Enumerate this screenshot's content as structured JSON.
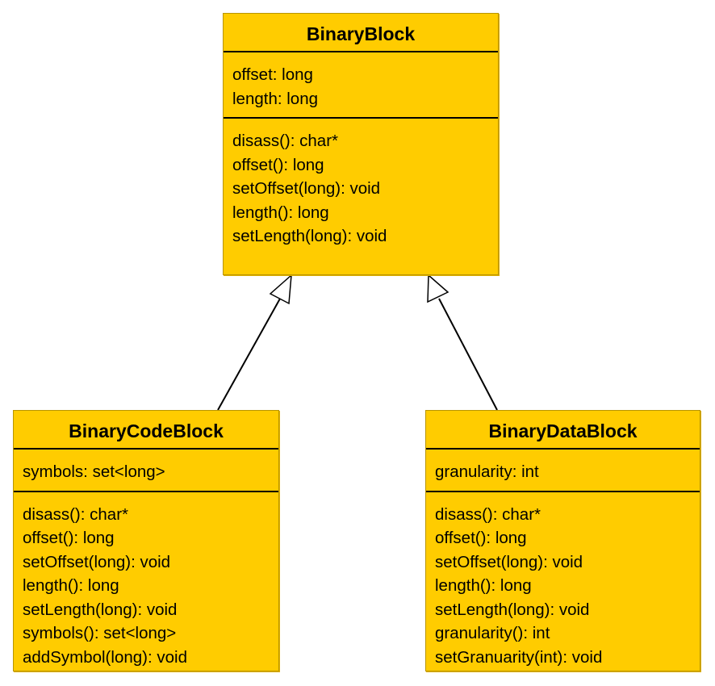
{
  "diagram": {
    "classes": {
      "base": {
        "name": "BinaryBlock",
        "attributes": [
          "offset: long",
          "length: long"
        ],
        "methods": [
          "disass(): char*",
          "offset(): long",
          "setOffset(long): void",
          "length(): long",
          "setLength(long): void"
        ]
      },
      "code": {
        "name": "BinaryCodeBlock",
        "attributes": [
          "symbols: set<long>"
        ],
        "methods": [
          "disass(): char*",
          "offset(): long",
          "setOffset(long): void",
          "length(): long",
          "setLength(long): void",
          "symbols(): set<long>",
          "addSymbol(long): void"
        ]
      },
      "data": {
        "name": "BinaryDataBlock",
        "attributes": [
          "granularity: int"
        ],
        "methods": [
          "disass(): char*",
          "offset(): long",
          "setOffset(long): void",
          "length(): long",
          "setLength(long): void",
          "granularity(): int",
          "setGranuarity(int): void"
        ]
      }
    },
    "relations": [
      {
        "type": "inheritance",
        "from": "BinaryCodeBlock",
        "to": "BinaryBlock"
      },
      {
        "type": "inheritance",
        "from": "BinaryDataBlock",
        "to": "BinaryBlock"
      }
    ],
    "colors": {
      "class_fill": "#ffcc00",
      "class_border": "#b89400",
      "line": "#000000"
    }
  }
}
